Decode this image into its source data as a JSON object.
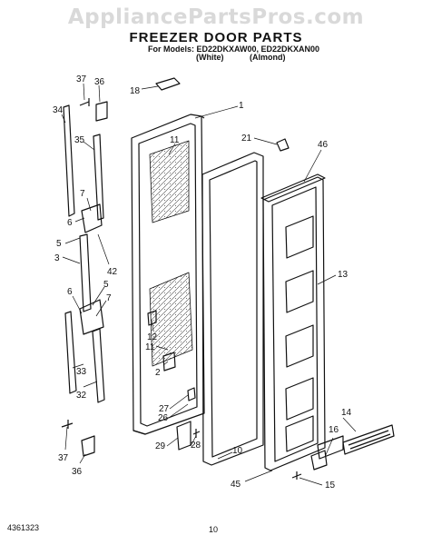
{
  "watermark": "AppliancePartsPros.com",
  "title": "FREEZER DOOR PARTS",
  "models_line": "For Models: ED22DKXAW00, ED22DKXAN00",
  "variant_white": "(White)",
  "variant_almond": "(Almond)",
  "doc_code": "4361323",
  "page_number": "10",
  "callouts": {
    "c37a": "37",
    "c36a": "36",
    "c18": "18",
    "c1": "1",
    "c34": "34",
    "c35": "35",
    "c11a": "11",
    "c21": "21",
    "c46": "46",
    "c7a": "7",
    "c6a": "6",
    "c5a": "5",
    "c3": "3",
    "c42": "42",
    "c13": "13",
    "c6b": "6",
    "c5b": "5",
    "c7b": "7",
    "c12": "12",
    "c11b": "11",
    "c2": "2",
    "c33": "33",
    "c32": "32",
    "c27": "27",
    "c26": "26",
    "c16": "16",
    "c14": "14",
    "c28": "28",
    "c29": "29",
    "c10": "10",
    "c37b": "37",
    "c36b": "36",
    "c45": "45",
    "c15": "15"
  }
}
